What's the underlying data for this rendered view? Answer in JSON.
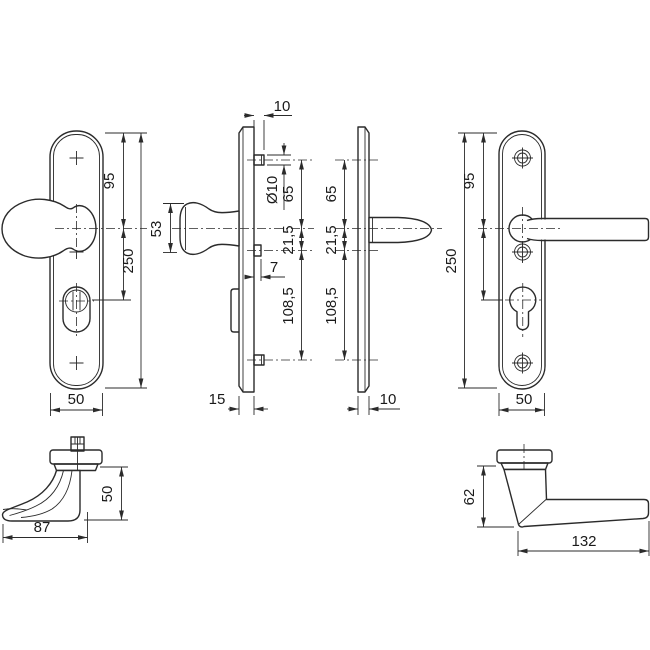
{
  "drawing": {
    "background": "#ffffff",
    "line_color": "#2b2b2b",
    "views": {
      "plate_knob_front": {
        "top_to_handle": "95",
        "total_height": "250",
        "width": "50"
      },
      "plate_knob_side": {
        "screw_boss_length": "10",
        "screw_boss_diameter": "Ø10",
        "screw_to_handle": "65",
        "knob_height": "53",
        "handle_to_cylinder": "21,5",
        "spindle_length": "7",
        "cylinder_to_screw": "108,5",
        "plate_thickness": "15"
      },
      "plate_lever_side": {
        "screw_to_handle": "65",
        "handle_to_cylinder": "21,5",
        "cylinder_to_screw": "108,5",
        "plate_thickness": "10"
      },
      "plate_lever_front": {
        "top_to_handle": "95",
        "total_height": "250",
        "width": "50"
      },
      "knob_profile": {
        "height": "50",
        "projection": "87"
      },
      "lever_profile": {
        "height": "62",
        "length": "132"
      }
    }
  }
}
